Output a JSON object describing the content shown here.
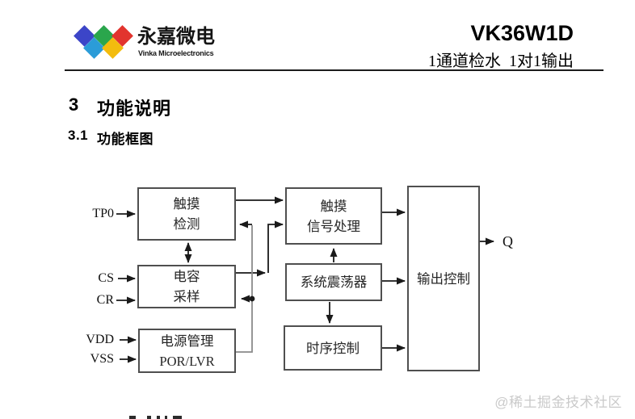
{
  "header": {
    "brand": {
      "name_cn": "永嘉微电",
      "name_en": "Vinka Microelectronics",
      "diamond_colors": {
        "blue": "#3c45c8",
        "cyan": "#2b9cd8",
        "green": "#2aa64c",
        "yellow": "#f3bc0e",
        "red": "#e2342e"
      }
    },
    "part_number": "VK36W1D",
    "tagline": "1通道检水  1对1输出"
  },
  "section": {
    "number": "3",
    "title": "功能说明"
  },
  "subsection": {
    "number": "3.1",
    "title": "功能框图"
  },
  "diagram": {
    "blocks": {
      "touch_detect": {
        "line1": "触摸",
        "line2": "检测"
      },
      "cap_sample": {
        "line1": "电容",
        "line2": "采样"
      },
      "power_mgmt": {
        "line1": "电源管理",
        "line2": "POR/LVR"
      },
      "signal_proc": {
        "line1": "触摸",
        "line2": "信号处理"
      },
      "oscillator": {
        "label": "系统震荡器"
      },
      "timing_ctrl": {
        "label": "时序控制"
      },
      "output_ctrl": {
        "label": "输出控制"
      }
    },
    "pins": {
      "tp0": "TP0",
      "cs": "CS",
      "cr": "CR",
      "vdd": "VDD",
      "vss": "VSS",
      "q": "Q"
    },
    "connections": [
      {
        "from": "TP0",
        "to": "touch_detect"
      },
      {
        "from": "CS",
        "to": "cap_sample"
      },
      {
        "from": "CR",
        "to": "cap_sample"
      },
      {
        "from": "VDD",
        "to": "power_mgmt"
      },
      {
        "from": "VSS",
        "to": "power_mgmt"
      },
      {
        "from": "touch_detect",
        "to": "signal_proc"
      },
      {
        "from": "touch_detect",
        "to": "cap_sample",
        "bidirectional": true
      },
      {
        "from": "cap_sample",
        "to": "signal_proc"
      },
      {
        "from": "power_mgmt",
        "to": "cap_sample"
      },
      {
        "from": "power_mgmt",
        "to": "touch_detect"
      },
      {
        "from": "oscillator",
        "to": "signal_proc"
      },
      {
        "from": "oscillator",
        "to": "timing_ctrl"
      },
      {
        "from": "signal_proc",
        "to": "output_ctrl"
      },
      {
        "from": "oscillator",
        "to": "output_ctrl"
      },
      {
        "from": "timing_ctrl",
        "to": "output_ctrl"
      },
      {
        "from": "output_ctrl",
        "to": "Q"
      }
    ]
  },
  "watermark": "@稀土掘金技术社区"
}
